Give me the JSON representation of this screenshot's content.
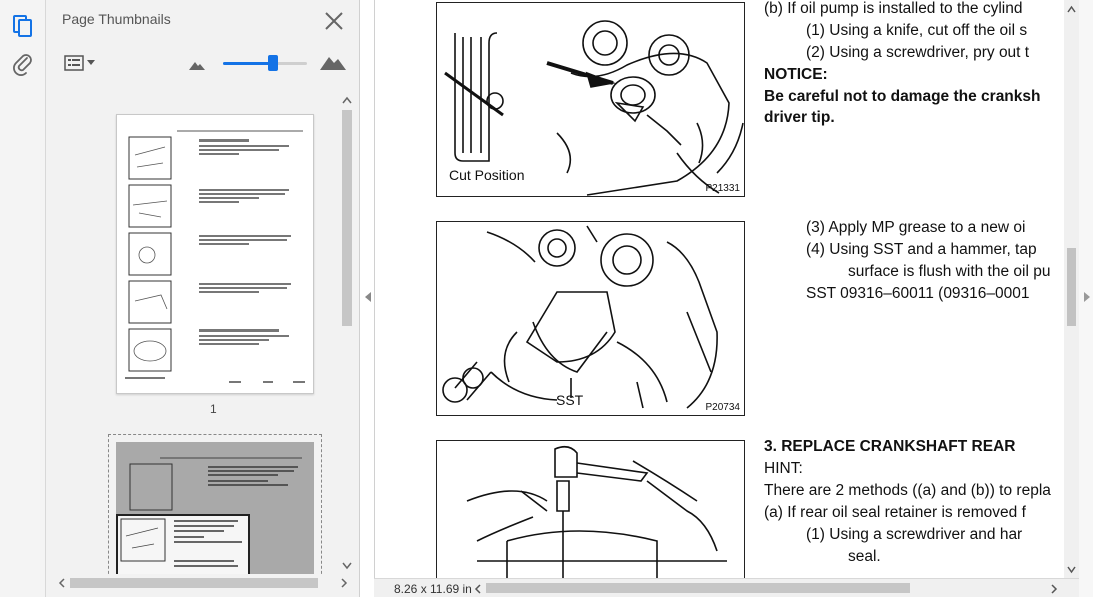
{
  "panel": {
    "title": "Page Thumbnails",
    "thumbnails": [
      {
        "page_number": "1"
      }
    ]
  },
  "zoom_slider": {
    "level": 0.6
  },
  "status": {
    "page_size": "8.26 x 11.69 in"
  },
  "figures": [
    {
      "code": "P21331",
      "label": "Cut Position"
    },
    {
      "code": "P20734",
      "label": "SST"
    },
    {
      "code": ""
    }
  ],
  "document": {
    "lines": [
      {
        "id": "l1",
        "text": "(b)     If oil pump is installed to the cylind"
      },
      {
        "id": "l2",
        "text": "(1)     Using a knife, cut off the oil s"
      },
      {
        "id": "l3",
        "text": "(2)     Using a screwdriver, pry out t"
      },
      {
        "id": "l4",
        "text": "NOTICE:"
      },
      {
        "id": "l5",
        "text": "Be careful not to damage the cranksh"
      },
      {
        "id": "l6",
        "text": "driver tip."
      },
      {
        "id": "l7",
        "text": "(3)     Apply MP grease to a new oi"
      },
      {
        "id": "l8",
        "text": "(4)     Using SST and a hammer, tap"
      },
      {
        "id": "l9",
        "text": "surface is flush with the oil pu"
      },
      {
        "id": "l10",
        "text": "SST     09316–60011 (09316–0001"
      },
      {
        "id": "l11",
        "text": "3.     REPLACE CRANKSHAFT REAR"
      },
      {
        "id": "l12",
        "text": "HINT:"
      },
      {
        "id": "l13",
        "text": "There are 2 methods ((a) and (b)) to repla"
      },
      {
        "id": "l14",
        "text": "(a)     If rear oil seal retainer is removed f"
      },
      {
        "id": "l15",
        "text": "(1)     Using a screwdriver and har"
      },
      {
        "id": "l16",
        "text": "seal."
      }
    ]
  },
  "icons": {
    "pages": "pages-icon",
    "attachments": "paperclip-icon",
    "close": "close-icon",
    "options": "thumbnail-options-icon",
    "zoom_out": "small-mountain-icon",
    "zoom_in": "large-mountain-icon"
  },
  "colors": {
    "accent": "#1473e6"
  }
}
